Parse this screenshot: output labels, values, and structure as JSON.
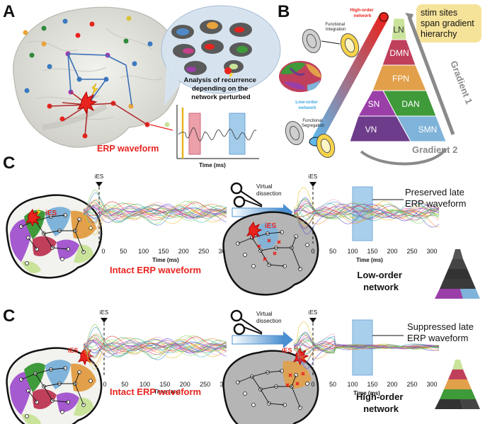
{
  "panels": {
    "a": "A",
    "b": "B",
    "c_top": "C",
    "c_bottom": "C"
  },
  "panel_a": {
    "analysis_text": [
      "Analysis of recurrence",
      "depending on the",
      "network perturbed"
    ],
    "erp_label": "ERP waveform",
    "time_label": "Time (ms)"
  },
  "panel_b": {
    "callout": [
      "stim sites",
      "span gradient",
      "hierarchy"
    ],
    "high_order": [
      "High-order",
      "network"
    ],
    "low_order": [
      "Low-order",
      "network"
    ],
    "functional_integration": [
      "Functional",
      "Integration"
    ],
    "functional_segregation": [
      "Functional",
      "Segregation"
    ],
    "gradient1": "Gradient 1",
    "gradient2": "Gradient 2",
    "pyramid_levels": [
      "LN",
      "DMN",
      "FPN",
      "DAN",
      "SN",
      "SMN",
      "VN"
    ]
  },
  "panel_c": {
    "ies": "iES",
    "xticks": [
      "0",
      "50",
      "100",
      "150",
      "200",
      "250",
      "300"
    ],
    "xlabel": "Time (ms)",
    "intact": "Intact ERP waveform",
    "virtual_dissection": [
      "Virtual",
      "dissection"
    ],
    "preserved": [
      "Preserved late",
      "ERP waveform"
    ],
    "suppressed": [
      "Suppressed late",
      "ERP waveform"
    ],
    "low_order_net": [
      "Low-order",
      "network"
    ],
    "high_order_net": [
      "High-order",
      "network"
    ]
  },
  "colors": {
    "red": "#e8241f",
    "ln": "#c9e39a",
    "dmn": "#c0405c",
    "fpn": "#e2a04a",
    "dan": "#3f9a3a",
    "sn": "#9b3fa8",
    "smn": "#7fb3d9",
    "vn": "#6d3c8a",
    "window": "#8cc0e6",
    "callout": "#f6e39a"
  }
}
